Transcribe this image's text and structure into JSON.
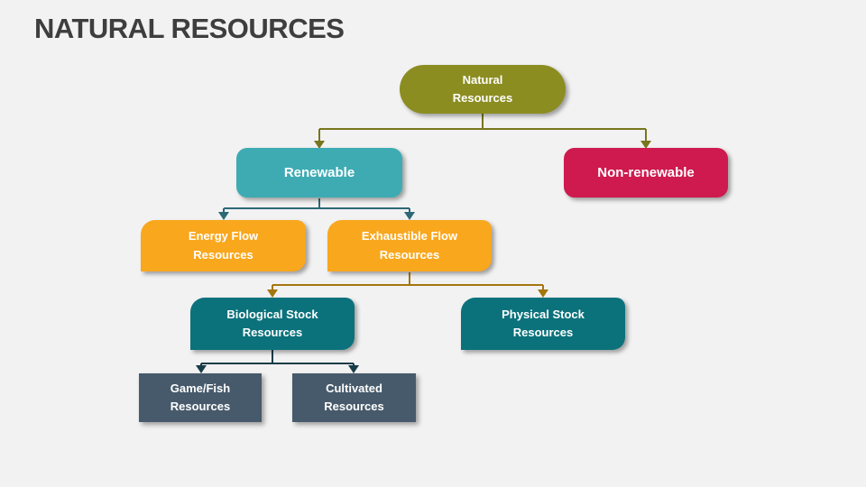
{
  "title": "NATURAL RESOURCES",
  "background_color": "#f2f2f2",
  "title_color": "#3e3e3e",
  "diagram": {
    "nodes": {
      "natural_resources": {
        "label": "Natural\nResources",
        "color": "#8b8d21",
        "text_color": "#ffffff"
      },
      "renewable": {
        "label": "Renewable",
        "color": "#3eabb3",
        "text_color": "#ffffff"
      },
      "non_renewable": {
        "label": "Non-renewable",
        "color": "#ce1a4e",
        "text_color": "#ffffff"
      },
      "energy_flow": {
        "label": "Energy Flow\nResources",
        "color": "#f9a71d",
        "text_color": "#ffffff"
      },
      "exhaustible_flow": {
        "label": "Exhaustible Flow\nResources",
        "color": "#f9a71d",
        "text_color": "#ffffff"
      },
      "biological_stock": {
        "label": "Biological Stock\nResources",
        "color": "#0b727c",
        "text_color": "#ffffff"
      },
      "physical_stock": {
        "label": "Physical Stock\nResources",
        "color": "#475a6b",
        "text_color": "#ffffff"
      },
      "game_fish": {
        "label": "Game/Fish\nResources",
        "color": "#475a6b",
        "text_color": "#ffffff"
      },
      "cultivated": {
        "label": "Cultivated\nResources",
        "color": "#475a6b",
        "text_color": "#ffffff"
      }
    },
    "connectors": {
      "root_to_level2": {
        "color": "#77761d"
      },
      "renewable_to_flows": {
        "color": "#2d6976"
      },
      "exhaustible_to_stocks": {
        "color": "#a4760e"
      },
      "biological_to_types": {
        "color": "#173c49"
      }
    }
  }
}
